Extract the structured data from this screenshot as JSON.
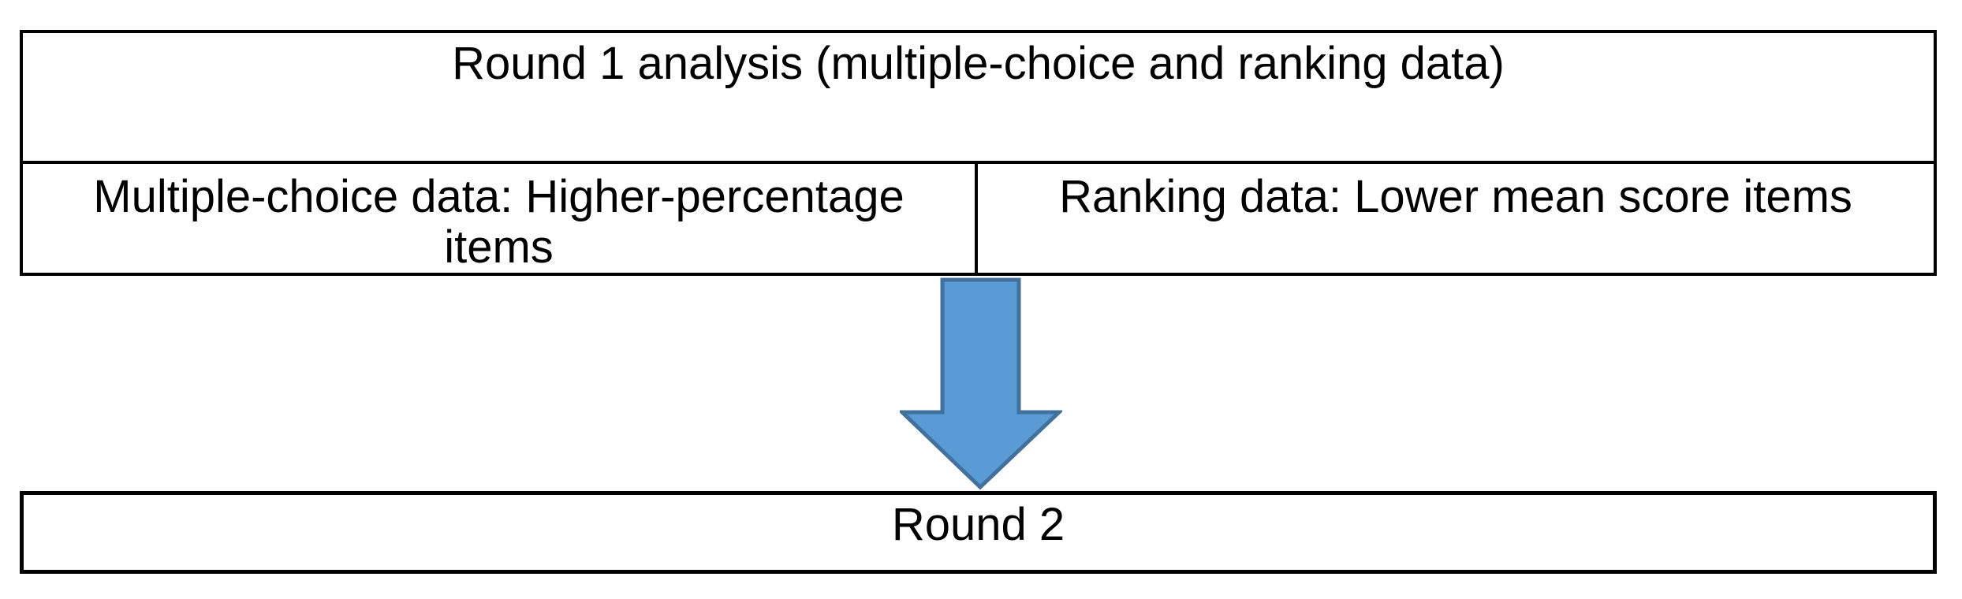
{
  "diagram": {
    "round1": {
      "header": "Round 1 analysis (multiple-choice and ranking data)",
      "cells": {
        "multiple_choice": "Multiple-choice data: Higher-percentage items",
        "ranking": "Ranking data: Lower mean score items"
      }
    },
    "round2": {
      "label": "Round 2"
    },
    "arrow": {
      "direction": "down",
      "fill": "#5B9BD5",
      "stroke": "#41719C"
    },
    "colors": {
      "border": "#000000",
      "background": "#FFFFFF",
      "text": "#000000"
    }
  }
}
